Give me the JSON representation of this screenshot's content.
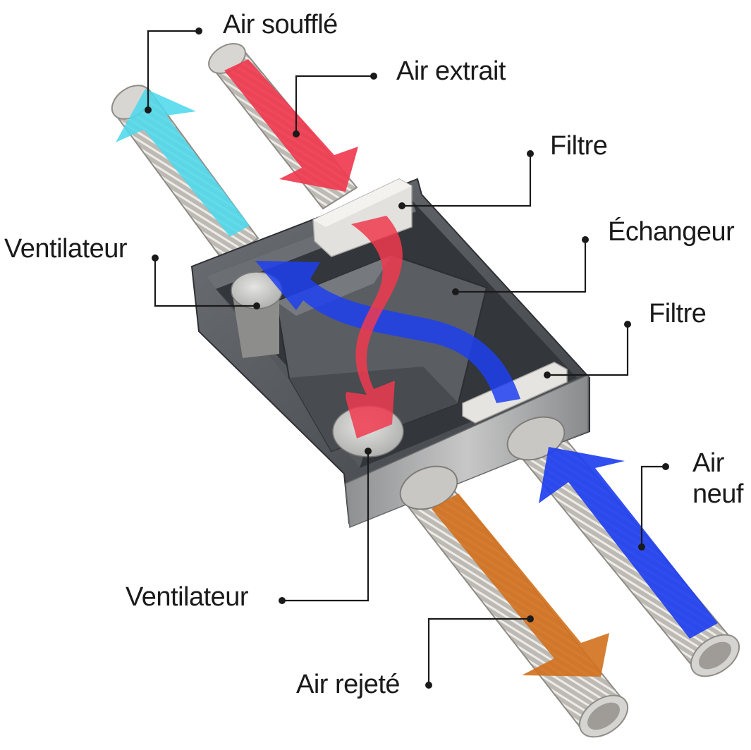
{
  "title": "",
  "labels": {
    "air_souffle": "Air soufflé",
    "air_extrait": "Air extrait",
    "filtre_top": "Filtre",
    "echangeur": "Échangeur",
    "ventilateur_left": "Ventilateur",
    "filtre_right": "Filtre",
    "air_neuf_line1": "Air",
    "air_neuf_line2": "neuf",
    "ventilateur_bottom": "Ventilateur",
    "air_rejete": "Air rejeté"
  },
  "colors": {
    "air_souffle": "#4fd8ec",
    "air_extrait": "#f03a4f",
    "air_neuf": "#1f3ff0",
    "air_rejete": "#d2701c",
    "casing": "#4a4d52",
    "duct": "#b9b6b1"
  }
}
